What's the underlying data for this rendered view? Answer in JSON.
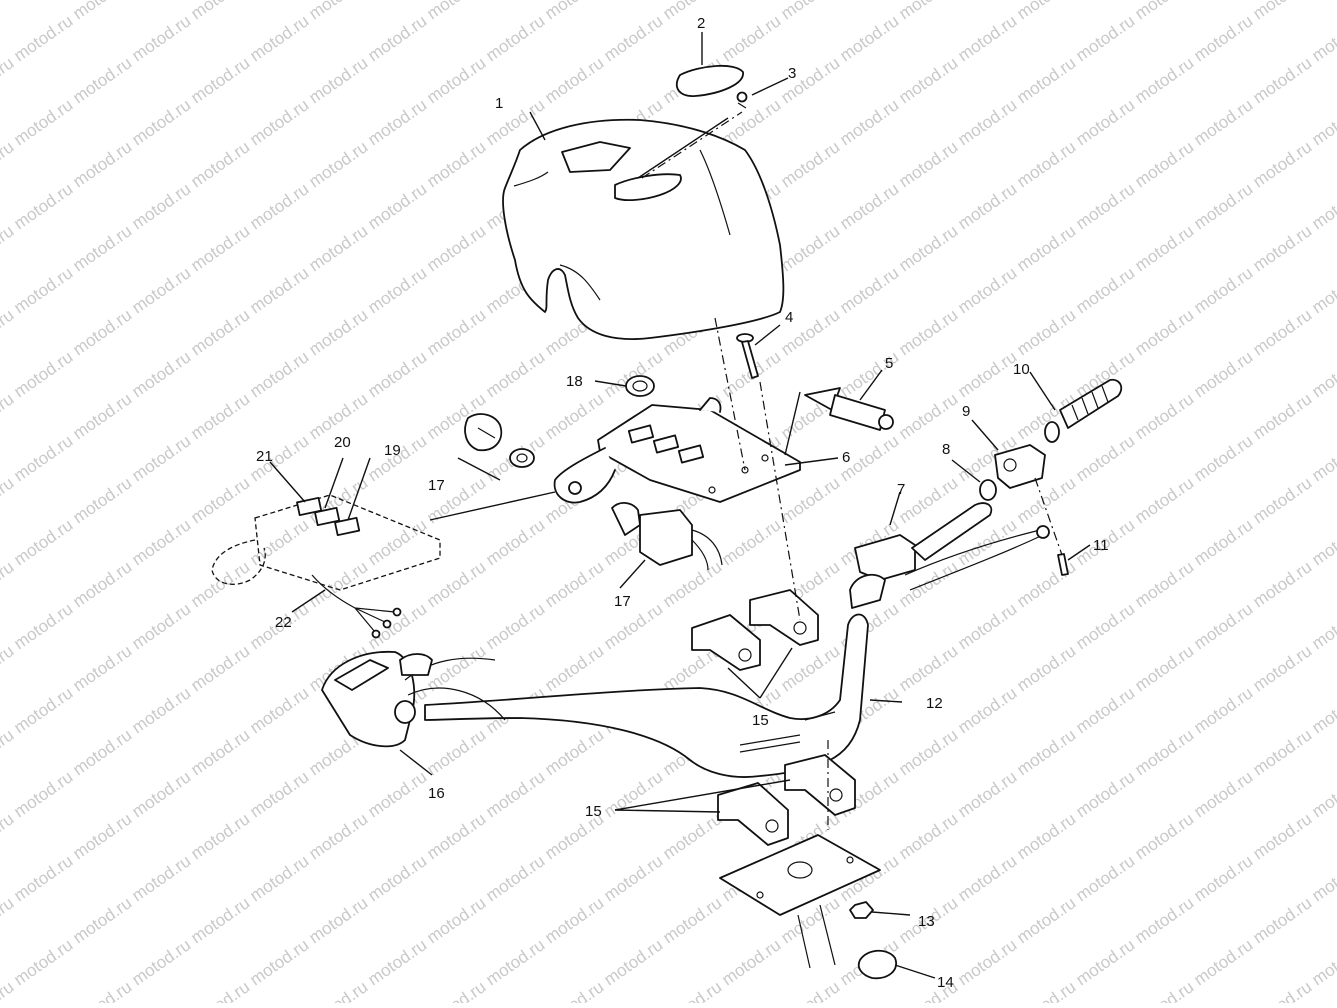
{
  "watermark": {
    "text": "motod.ru"
  },
  "callouts": [
    "1",
    "2",
    "3",
    "4",
    "5",
    "6",
    "7",
    "8",
    "9",
    "10",
    "11",
    "12",
    "13",
    "14",
    "15",
    "15",
    "15",
    "16",
    "17",
    "17",
    "18",
    "19",
    "20",
    "21",
    "22"
  ]
}
